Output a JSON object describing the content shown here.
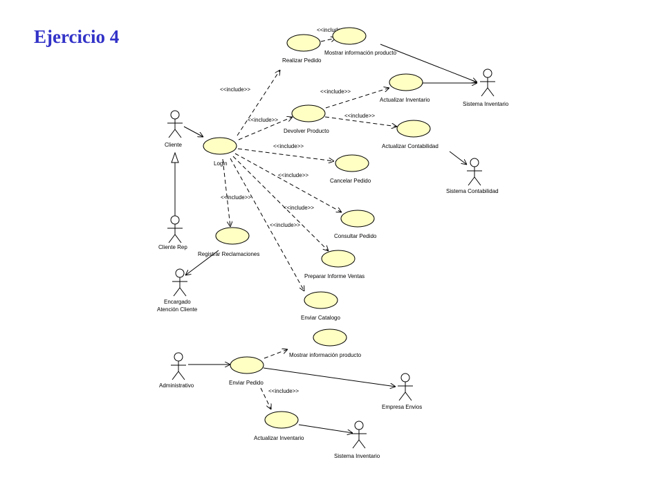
{
  "title": "Ejercicio 4",
  "stereotype": "<<include>>",
  "actors": {
    "cliente": "Cliente",
    "cliente_rep": "Cliente Rep",
    "encargado_line1": "Encargado",
    "encargado_line2": "Atención Cliente",
    "sistema_inventario_1": "Sistema Inventario",
    "sistema_contabilidad": "Sistema Contabilidad",
    "administrativo": "Administrativo",
    "empresa_envios": "Empresa Envios",
    "sistema_inventario_2": "Sistema Inventario"
  },
  "use_cases": {
    "login": "Login",
    "realizar_pedido": "Realizar Pedido",
    "mostrar_info_1": "Mostrar información producto",
    "actualizar_inventario_1": "Actualizar Inventario",
    "devolver_producto": "Devolver Producto",
    "actualizar_contabilidad": "Actualizar Contabilidad",
    "cancelar_pedido": "Cancelar Pedido",
    "consultar_pedido": "Consultar Pedido",
    "preparar_informe": "Preparar Informe Ventas",
    "enviar_catalogo": "Enviar Catalogo",
    "registrar_reclamaciones": "Registrar Reclamaciones",
    "mostrar_info_2": "Mostrar información producto",
    "enviar_pedido": "Enviar Pedido",
    "actualizar_inventario_2": "Actualizar Inventario"
  },
  "colors": {
    "title": "#3232c8",
    "use_case_fill": "#ffffc4"
  }
}
